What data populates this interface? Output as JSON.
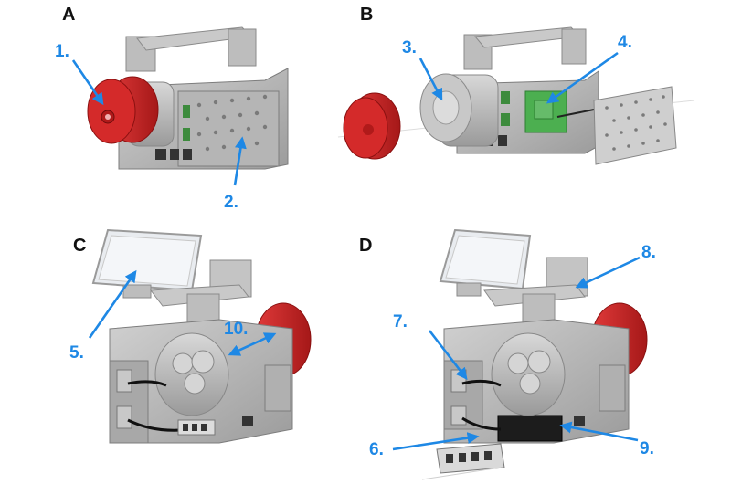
{
  "figure": {
    "panels": [
      {
        "id": "A",
        "letter": "A"
      },
      {
        "id": "B",
        "letter": "B"
      },
      {
        "id": "C",
        "letter": "C"
      },
      {
        "id": "D",
        "letter": "D"
      }
    ],
    "callouts": [
      "1.",
      "2.",
      "3.",
      "4.",
      "5.",
      "6.",
      "7.",
      "8.",
      "9.",
      "10."
    ]
  },
  "colors": {
    "callout_blue": "#1e88e5",
    "body_gray": "#b9b9b9",
    "body_dark": "#8f8f8f",
    "cap_red": "#d32222",
    "cap_dark_red": "#9f1414",
    "sensor_green": "#4caf50",
    "screen_white": "#f2f4f7"
  }
}
